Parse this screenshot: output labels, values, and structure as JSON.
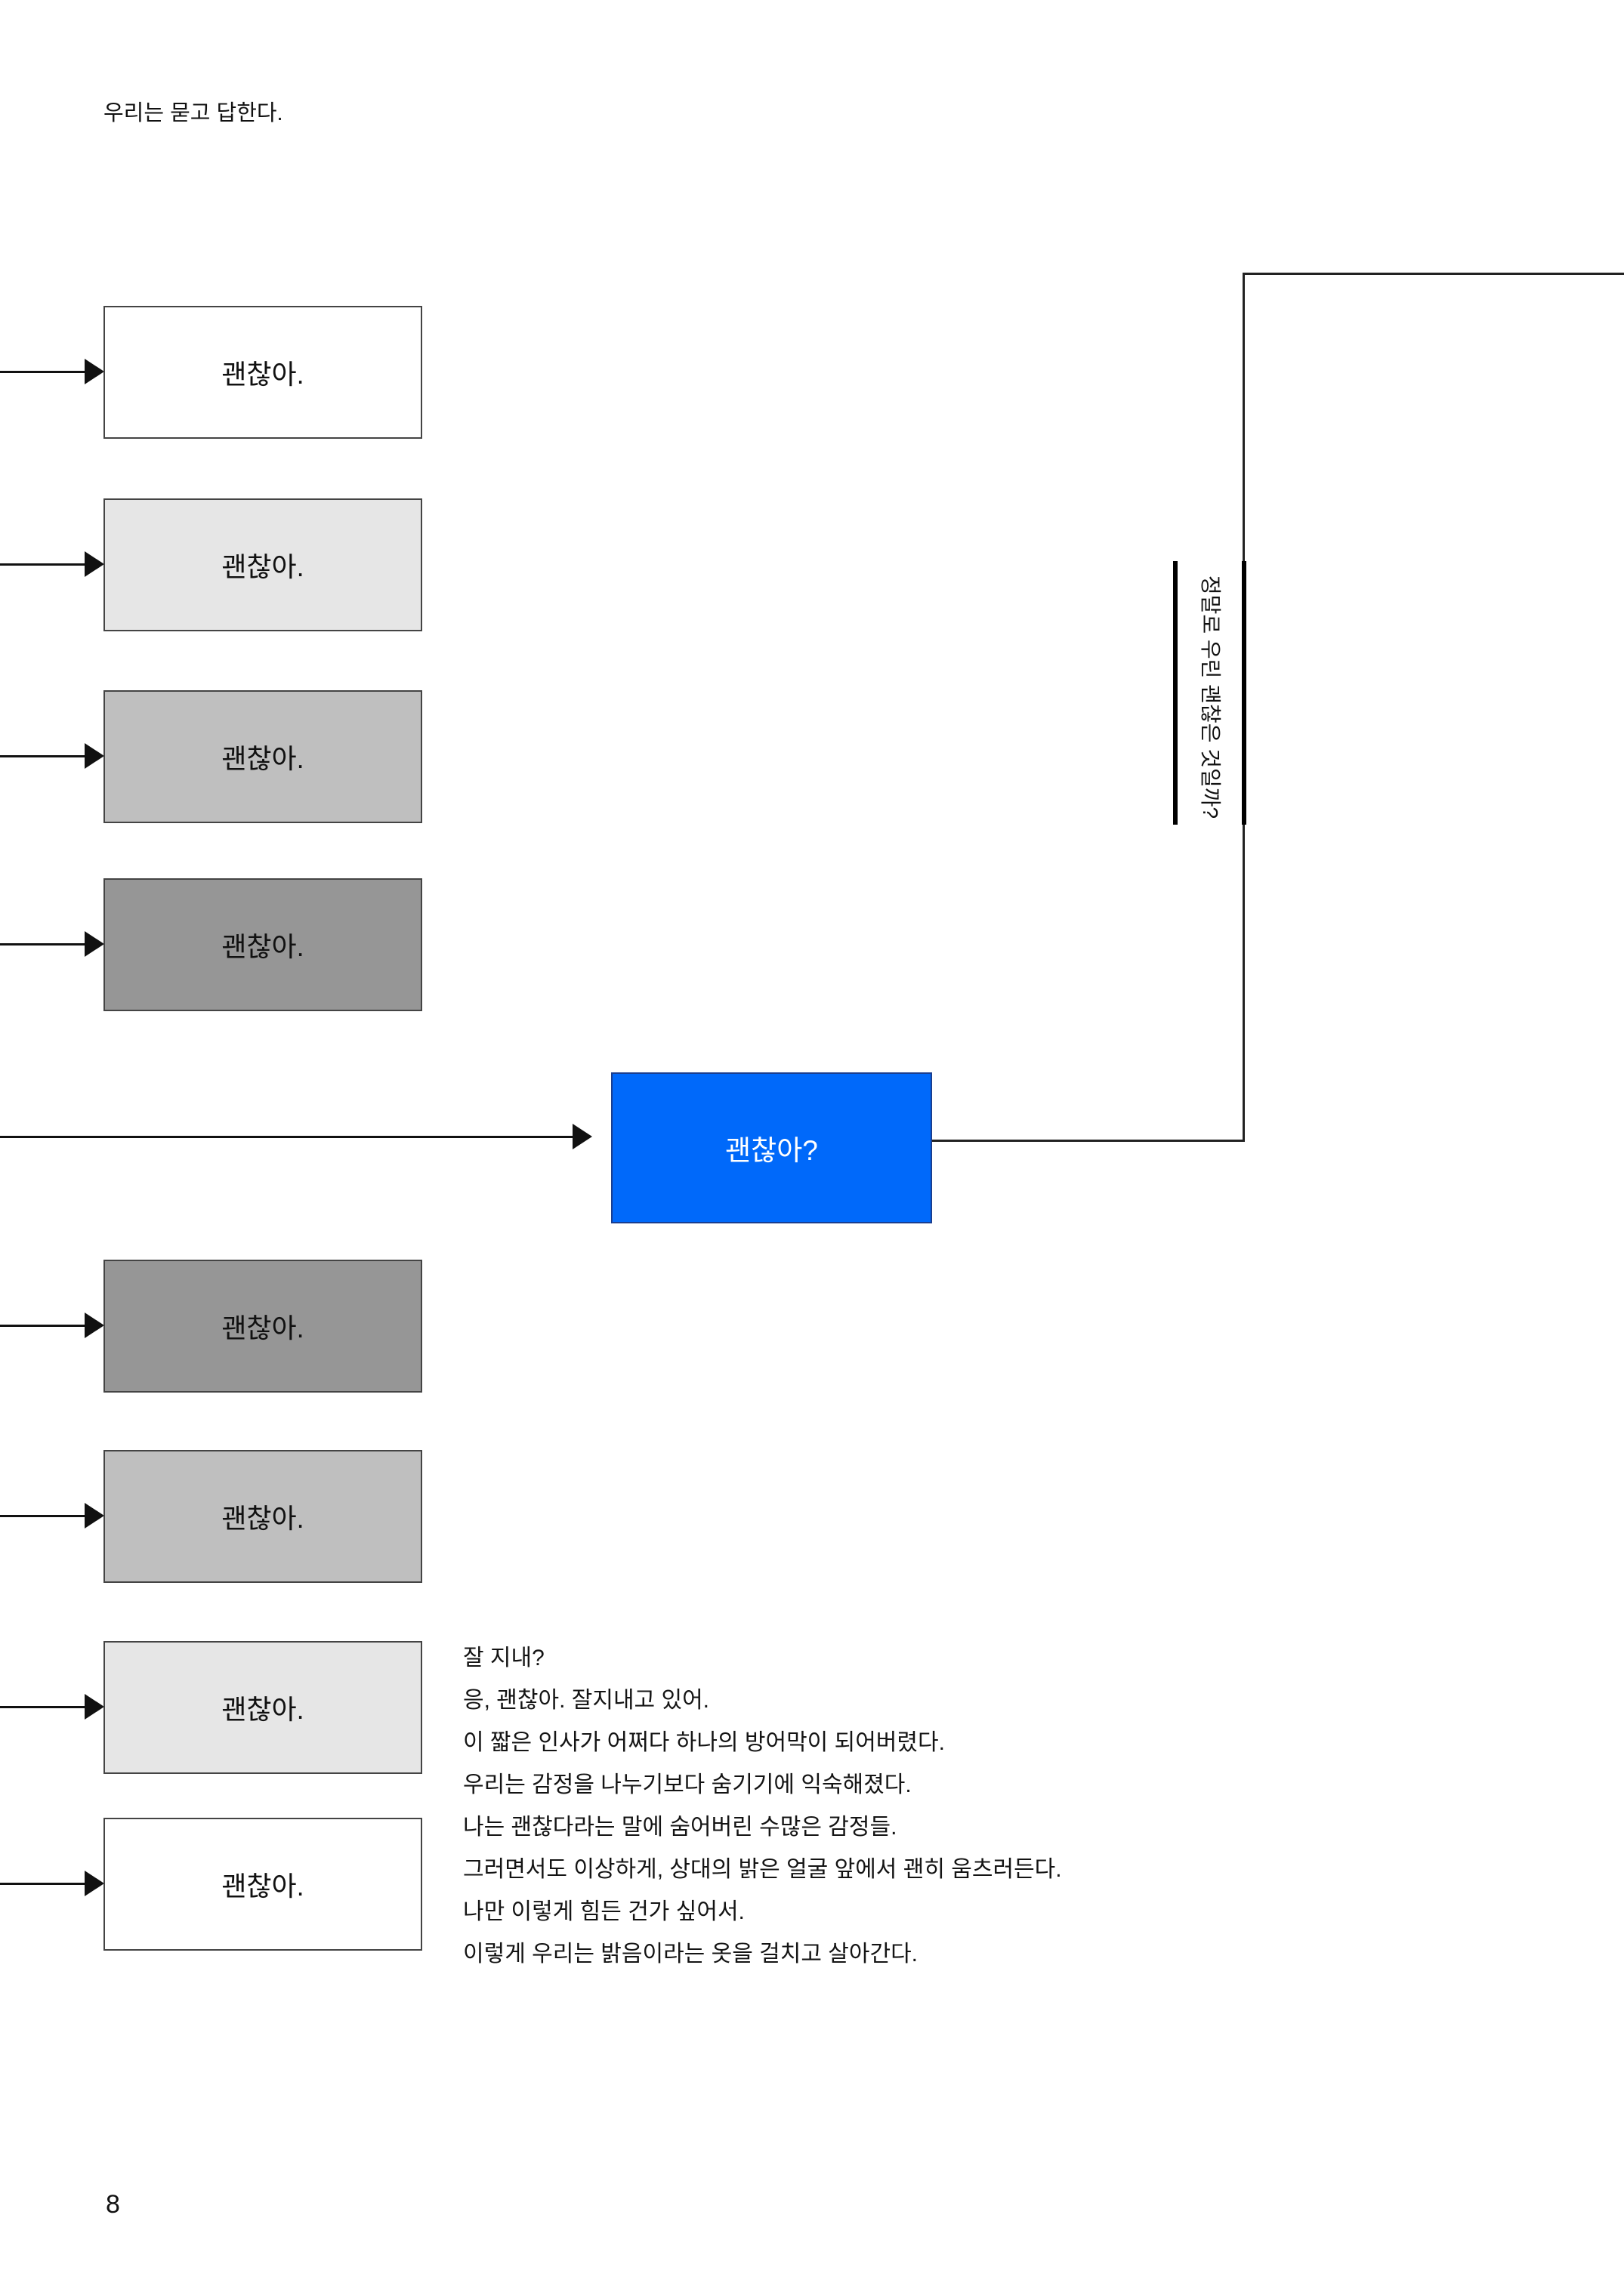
{
  "page": {
    "title": "우리는 묻고 답한다.",
    "number": "8"
  },
  "flow": {
    "question_label": "괜찮아?",
    "side_question": "정말로 우린 괜찮은 것일까?",
    "answers": [
      {
        "label": "괜찮아.",
        "fill": "#ffffff"
      },
      {
        "label": "괜찮아.",
        "fill": "#e6e6e6"
      },
      {
        "label": "괜찮아.",
        "fill": "#bfbfbf"
      },
      {
        "label": "괜찮아.",
        "fill": "#969696"
      },
      {
        "label": "괜찮아.",
        "fill": "#969696"
      },
      {
        "label": "괜찮아.",
        "fill": "#bfbfbf"
      },
      {
        "label": "괜찮아.",
        "fill": "#e6e6e6"
      },
      {
        "label": "괜찮아.",
        "fill": "#ffffff"
      }
    ],
    "question_fill": "#0069fa"
  },
  "paragraph": {
    "lines": [
      "잘 지내?",
      "응, 괜찮아. 잘지내고 있어.",
      "이 짧은 인사가 어쩌다 하나의 방어막이 되어버렸다.",
      "우리는 감정을 나누기보다 숨기기에 익숙해졌다.",
      "나는 괜찮다라는 말에 숨어버린 수많은 감정들.",
      "그러면서도 이상하게, 상대의 밝은 얼굴 앞에서 괜히 움츠러든다.",
      "나만 이렇게 힘든 건가 싶어서.",
      "이렇게 우리는 밝음이라는 옷을 걸치고 살아간다."
    ]
  },
  "colors": {
    "accent_blue": "#0069fa",
    "line_black": "#111111",
    "gray_light": "#e6e6e6",
    "gray_mid": "#bfbfbf",
    "gray_dark": "#969696"
  }
}
